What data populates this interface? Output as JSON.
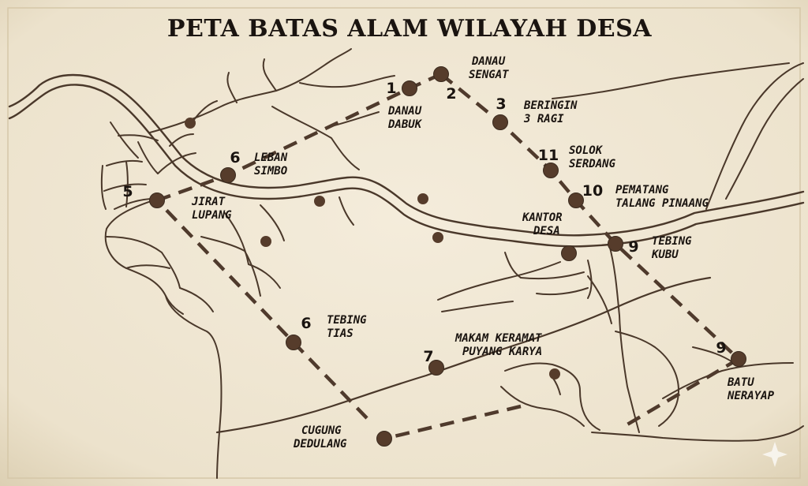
{
  "title": "PETA BATAS ALAM WILAYAH DESA",
  "colors": {
    "paper": "#efe6d2",
    "ink": "#1a1410",
    "line": "#4a382a",
    "marker": "#563c2b",
    "boundary": "#4f3a2c"
  },
  "landmarks": [
    {
      "id": "danau-dabuk",
      "number": "1",
      "label": [
        "DANAU",
        "DABUK"
      ]
    },
    {
      "id": "danau-sengat",
      "number": "2",
      "label": [
        "DANAU",
        "SENGAT"
      ]
    },
    {
      "id": "beringin-3-ragi",
      "number": "3",
      "label": [
        "BERINGIN",
        "3 RAGI"
      ]
    },
    {
      "id": "solok-serdang",
      "number": "11",
      "label": [
        "SOLOK",
        "SERDANG"
      ]
    },
    {
      "id": "pematang-talang-pinaang",
      "number": "10",
      "label": [
        "PEMATANG",
        "TALANG PINAANG"
      ]
    },
    {
      "id": "kantor-desa",
      "number": "",
      "label": [
        "KANTOR",
        "DESA"
      ]
    },
    {
      "id": "tebing-kubu",
      "number": "9",
      "label": [
        "TEBING",
        "KUBU"
      ]
    },
    {
      "id": "batu-nerayap",
      "number": "9",
      "label": [
        "BATU",
        "NERAYAP"
      ]
    },
    {
      "id": "cugung-dedulang",
      "number": "",
      "label": [
        "CUGUNG",
        "DEDULANG"
      ]
    },
    {
      "id": "makam-keramat-puyang-karya",
      "number": "7",
      "label": [
        "MAKAM KERAMAT",
        "PUYANG KARYA"
      ]
    },
    {
      "id": "tebing-tias",
      "number": "6",
      "label": [
        "TEBING",
        "TIAS"
      ]
    },
    {
      "id": "jirat-lupang",
      "number": "5",
      "label": [
        "JIRAT",
        "LUPANG"
      ]
    },
    {
      "id": "leban-simbo",
      "number": "6",
      "label": [
        "LEBAN",
        "SIMBO"
      ]
    }
  ]
}
